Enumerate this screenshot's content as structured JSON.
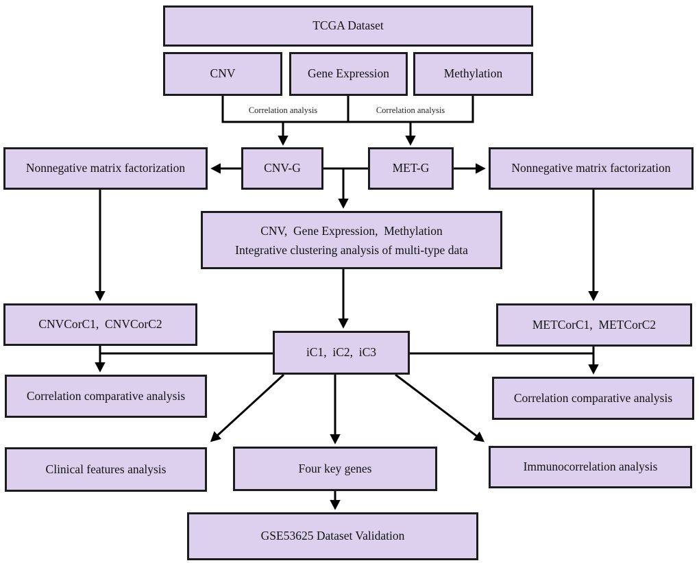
{
  "colors": {
    "box_fill": "#ddd0ee",
    "box_border": "#1c1c1c",
    "line": "#000000",
    "background": "#ffffff"
  },
  "nodes": {
    "tcga": {
      "label": "TCGA Dataset"
    },
    "cnv": {
      "label": "CNV"
    },
    "gene_expression": {
      "label": "Gene Expression"
    },
    "methylation": {
      "label": "Methylation"
    },
    "cnv_g": {
      "label": "CNV-G"
    },
    "met_g": {
      "label": "MET-G"
    },
    "nmf_left": {
      "label": "Nonnegative matrix factorization"
    },
    "nmf_right": {
      "label": "Nonnegative matrix factorization"
    },
    "integrative": {
      "line1": "CNV,  Gene Expression,  Methylation",
      "line2": "Integrative clustering analysis of multi-type data"
    },
    "cnvcor": {
      "label": "CNVCorC1,  CNVCorC2"
    },
    "metcor": {
      "label": "METCorC1,  METCorC2"
    },
    "ic_clusters": {
      "label": "iC1,  iC2,  iC3"
    },
    "corr_comp_left": {
      "label": "Correlation comparative analysis"
    },
    "corr_comp_right": {
      "label": "Correlation comparative analysis"
    },
    "clinical": {
      "label": "Clinical features analysis"
    },
    "four_key_genes": {
      "label": "Four key genes"
    },
    "immuno": {
      "label": "Immunocorrelation analysis"
    },
    "gse_validation": {
      "label": "GSE53625 Dataset Validation"
    }
  },
  "edge_labels": {
    "left": "Correlation analysis",
    "right": "Correlation analysis"
  }
}
